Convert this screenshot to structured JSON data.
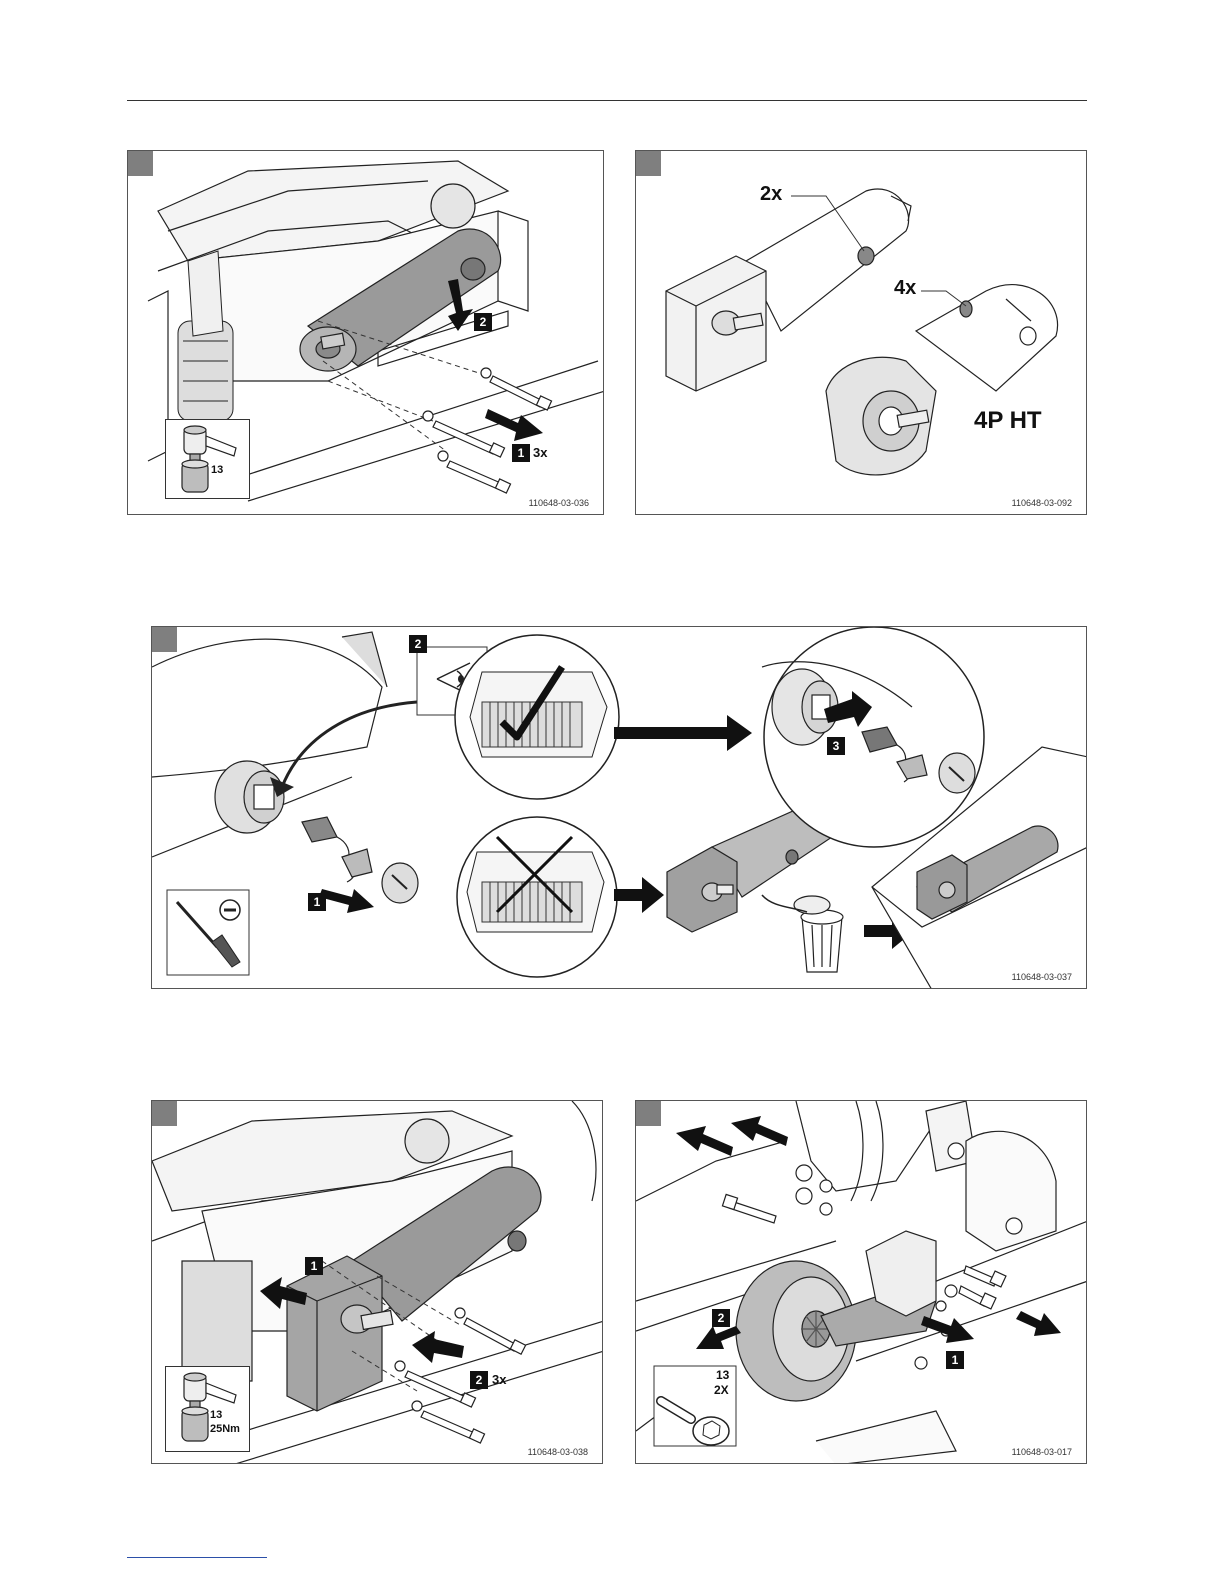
{
  "figures": {
    "fig1": {
      "code": "110648-03-036",
      "step1": "1",
      "step1_qty": "3x",
      "step2": "2",
      "tool_size": "13"
    },
    "fig2": {
      "code": "110648-03-092",
      "callout_2x": "2x",
      "callout_4x": "4x",
      "model_label": "4P HT"
    },
    "fig3": {
      "code": "110648-03-037",
      "step1": "1",
      "step2": "2",
      "step3": "3"
    },
    "fig4": {
      "code": "110648-03-038",
      "step1": "1",
      "step2": "2",
      "step2_qty": "3x",
      "tool_size": "13",
      "tool_torque": "25Nm"
    },
    "fig5": {
      "code": "110648-03-017",
      "step1": "1",
      "step2": "2",
      "tool_size": "13",
      "tool_qty": "2X"
    }
  },
  "colors": {
    "tab": "#7f7f7f",
    "motor_fill": "#9a9a9a",
    "line": "#222222"
  }
}
